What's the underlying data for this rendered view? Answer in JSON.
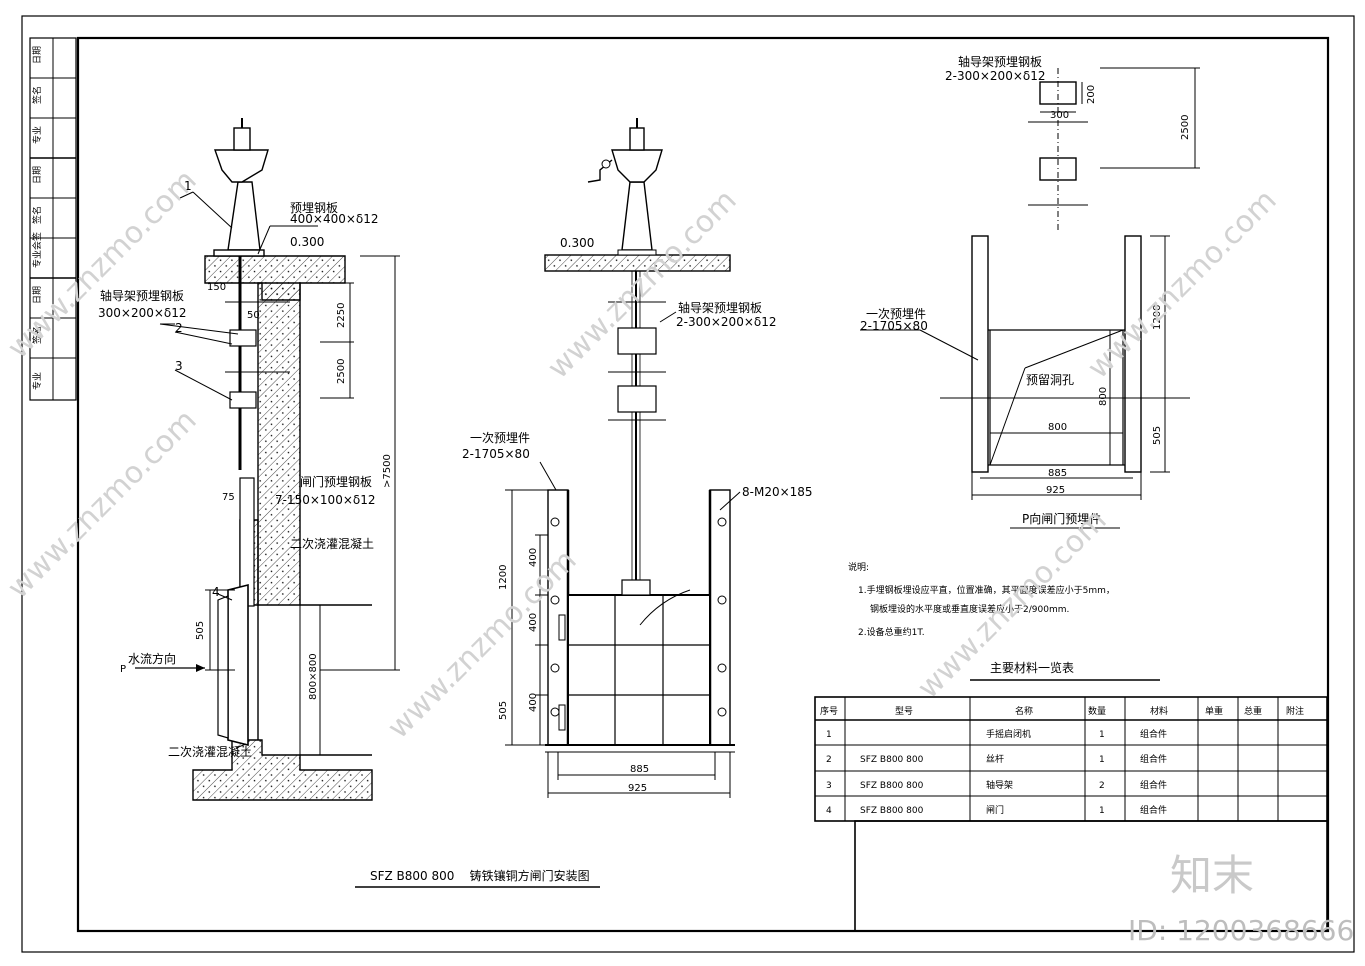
{
  "left_view": {
    "part_1": "1",
    "part_2": "2",
    "part_3": "3",
    "part_4": "4",
    "embedded_plate": "预埋钢板",
    "embedded_plate_spec": "400×400×δ12",
    "elevation": "0.300",
    "dim_150": "150",
    "guide_plate": "轴导架预埋钢板",
    "guide_plate_spec": "300×200×δ12",
    "dim_50": "50",
    "dim_2250": "2250",
    "dim_2500": "2500",
    "dim_7500": ">7500",
    "gate_plate": "闸门预埋钢板",
    "gate_plate_spec": "7-150×100×δ12",
    "dim_75": "75",
    "second_concrete": "二次浇灌混凝土",
    "dim_505": "505",
    "flow_dir": "水流方向",
    "flow_p": "P",
    "dim_800x800": "800×800",
    "second_concrete_b": "二次浇灌混凝土"
  },
  "middle_view": {
    "elevation": "0.300",
    "guide_plate": "轴导架预埋钢板",
    "guide_plate_spec": "2-300×200×δ12",
    "first_embed": "一次预埋件",
    "first_embed_spec": "2-1705×80",
    "bolts": "8-M20×185",
    "dim_1200": "1200",
    "dim_400a": "400",
    "dim_400b": "400",
    "dim_400c": "400",
    "dim_505": "505",
    "dim_885": "885",
    "dim_925": "925"
  },
  "right_view": {
    "guide_plate": "轴导架预埋钢板",
    "guide_plate_spec": "2-300×200×δ12",
    "dim_200": "200",
    "dim_300": "300",
    "dim_2500": "2500",
    "first_embed": "一次预埋件",
    "first_embed_spec": "2-1705×80",
    "dim_1200": "1200",
    "reserved_hole": "预留洞孔",
    "dim_800v": "800",
    "dim_800h": "800",
    "dim_505": "505",
    "dim_885": "885",
    "dim_925": "925",
    "caption": "P向闸门预埋件"
  },
  "notes": {
    "title": "说明:",
    "line1": "1.手埋钢板埋设应平直，位置准确，其平面度误差应小于5mm，",
    "line2": "钢板埋设的水平度或垂直度误差应小于2/900mm.",
    "line3": "2.设备总重约1T."
  },
  "material_table": {
    "title": "主要材料一览表",
    "headers": [
      "序号",
      "型号",
      "名称",
      "数量",
      "材料",
      "单重",
      "总重",
      "附注"
    ],
    "rows": [
      [
        "1",
        "",
        "手摇启闭机",
        "1",
        "组合件",
        "",
        "",
        ""
      ],
      [
        "2",
        "SFZ  B800  800",
        "丝杆",
        "1",
        "组合件",
        "",
        "",
        ""
      ],
      [
        "3",
        "SFZ  B800  800",
        "轴导架",
        "2",
        "组合件",
        "",
        "",
        ""
      ],
      [
        "4",
        "SFZ  B800  800",
        "闸门",
        "1",
        "组合件",
        "",
        "",
        ""
      ]
    ]
  },
  "drawing_title": "SFZ B800 800    铸铁镶铜方闸门安装图",
  "side_strip": [
    "日期",
    "签名",
    "专业",
    "日期",
    "签名",
    "专业会签",
    "日期",
    "签名",
    "专业"
  ],
  "watermark": "www.znzmo.com",
  "brand": "知末",
  "id_text": "ID: 1200368666"
}
